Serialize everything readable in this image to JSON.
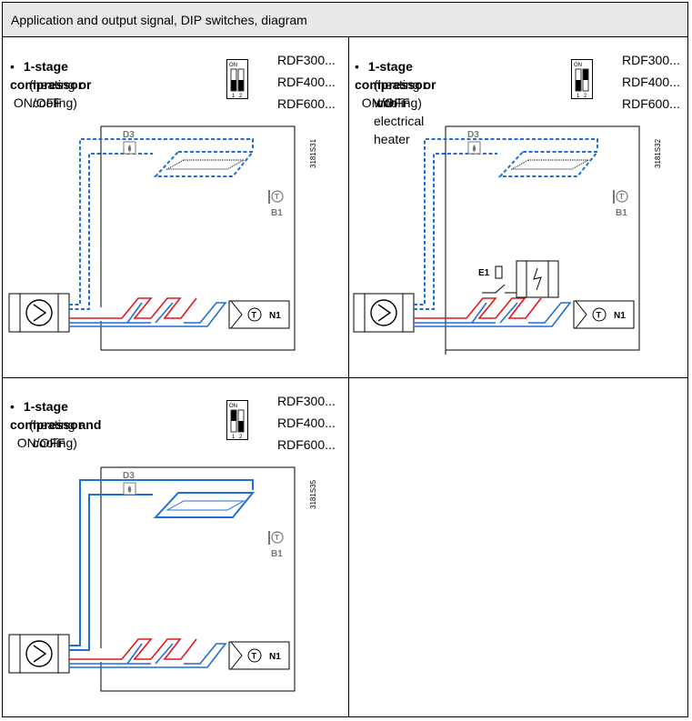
{
  "header": {
    "title": "Application and output signal, DIP switches, diagram"
  },
  "panels": [
    {
      "bullet": "•",
      "title_bold": "1-stage compressor",
      "title_rest": " ON/OFF",
      "line2_a": "(heating ",
      "line2_bold": "or",
      "line2_b": " cooling)",
      "line3": "",
      "models": [
        "RDF300...",
        "RDF400...",
        "RDF600..."
      ],
      "dip": {
        "on_label": "ON",
        "switch1": "1",
        "switch2": "2",
        "switch1_on": false,
        "switch2_on": false
      },
      "diagram": {
        "code": "3181S31",
        "d3": "D3",
        "b1": "B1",
        "n1": "N1",
        "e1": ""
      }
    },
    {
      "bullet": "•",
      "title_bold": "1-stage compressor",
      "title_rest": "  ON/OFF",
      "line2_a": "(heating ",
      "line2_bold": "or",
      "line2_b": " cooling)",
      "line3": "with electrical heater",
      "models": [
        "RDF300...",
        "RDF400...",
        "RDF600..."
      ],
      "dip": {
        "on_label": "ON",
        "switch1": "1",
        "switch2": "2",
        "switch1_on": false,
        "switch2_on": true
      },
      "diagram": {
        "code": "3181S32",
        "d3": "D3",
        "b1": "B1",
        "n1": "N1",
        "e1": "E1"
      }
    },
    {
      "bullet": "•",
      "title_bold": "1-stage compressor",
      "title_rest": "  ON/OFF",
      "line2_a": "(heating ",
      "line2_bold": "and",
      "line2_b": " cooling)",
      "line3": "",
      "models": [
        "RDF300...",
        "RDF400...",
        "RDF600..."
      ],
      "dip": {
        "on_label": "ON",
        "switch1": "1",
        "switch2": "2",
        "switch1_on": true,
        "switch2_on": false
      },
      "diagram": {
        "code": "3181S35",
        "d3": "D3",
        "b1": "B1",
        "n1": "N1",
        "e1": ""
      }
    }
  ]
}
